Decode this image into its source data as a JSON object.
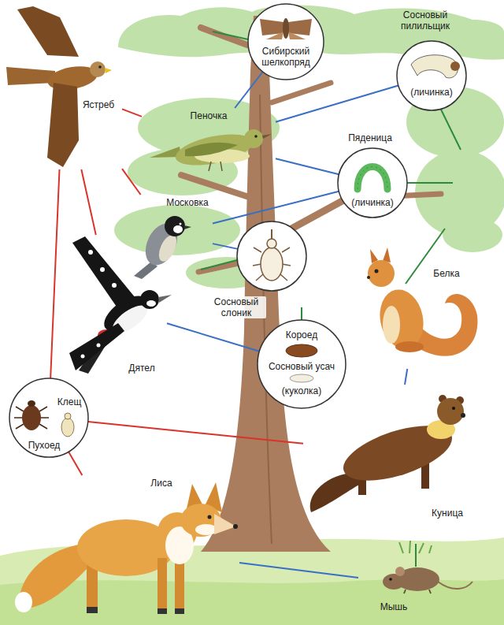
{
  "diagram": {
    "nodes": [
      {
        "text": [
          "Ястреб"
        ]
      },
      {
        "text": [
          "Сибирский шелкопряд"
        ]
      },
      {
        "text": [
          "Сосновый пилильщик",
          "(личинка)"
        ]
      },
      {
        "text": [
          "Пеночка"
        ]
      },
      {
        "text": [
          "Пяденица",
          "(личинка)"
        ]
      },
      {
        "text": [
          "Московка"
        ]
      },
      {
        "text": [
          "Сосновый слоник"
        ]
      },
      {
        "text": [
          "Белка"
        ]
      },
      {
        "text": [
          "Короед",
          "Сосновый усач",
          "(куколка)"
        ]
      },
      {
        "text": [
          "Дятел"
        ]
      },
      {
        "text": [
          "Клещ",
          "Пухоед"
        ]
      },
      {
        "text": [
          "Куница"
        ]
      },
      {
        "text": [
          "Лиса"
        ]
      },
      {
        "text": [
          "Мышь"
        ]
      }
    ],
    "edges": [
      {
        "from": 0,
        "to": 3,
        "arrow": "none"
      },
      {
        "from": 0,
        "to": 5,
        "arrow": "none"
      },
      {
        "from": 0,
        "to": 9,
        "arrow": "none"
      },
      {
        "from": 0,
        "to": 10,
        "arrow": "none"
      },
      {
        "from": 10,
        "to": 12,
        "arrow": "none"
      },
      {
        "from": 10,
        "to": 11,
        "arrow": "none"
      },
      {
        "from": 3,
        "to": 1,
        "arrow": "none"
      },
      {
        "from": 3,
        "to": 2,
        "arrow": "none"
      },
      {
        "from": 3,
        "to": 4,
        "arrow": "none"
      },
      {
        "from": 5,
        "to": 4,
        "arrow": "none"
      },
      {
        "from": 5,
        "to": 6,
        "arrow": "none"
      },
      {
        "from": 9,
        "to": 8,
        "arrow": "none"
      },
      {
        "from": 7,
        "to": 11,
        "arrow": "none"
      },
      {
        "from": 12,
        "to": 13,
        "arrow": "none"
      }
    ]
  }
}
